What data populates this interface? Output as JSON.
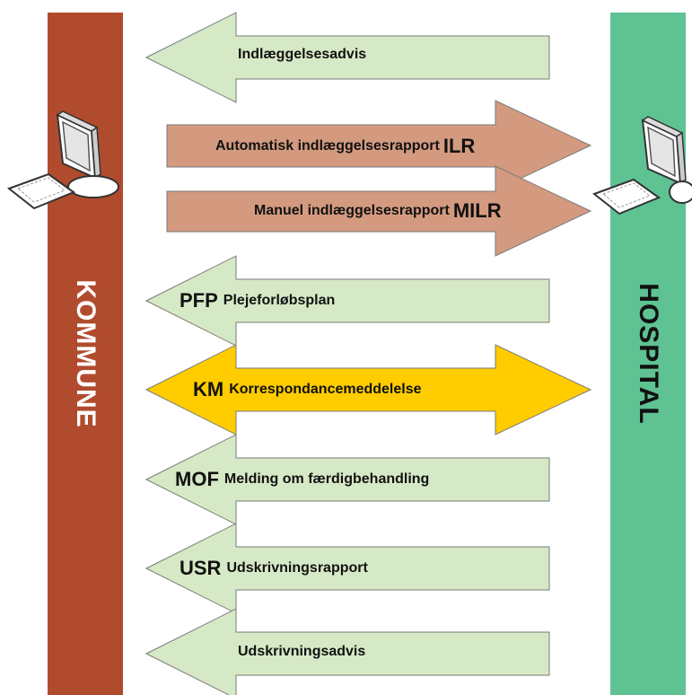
{
  "lanes": {
    "left": {
      "label": "KOMMUNE",
      "color": "#b14b2e"
    },
    "right": {
      "label": "HOSPITAL",
      "color": "#5fc293"
    }
  },
  "colors": {
    "to_kommune": "#d6e9c6",
    "to_hospital": "#d39a80",
    "bidirectional": "#ffcc00",
    "outline": "#7a7a7a"
  },
  "messages": [
    {
      "name": "indlaeggelsesadvis",
      "abbr": "",
      "label": "Indlæggelsesadvis",
      "direction": "to_kommune"
    },
    {
      "name": "ilr",
      "abbr": "ILR",
      "label": "Automatisk indlæggelsesrapport",
      "direction": "to_hospital"
    },
    {
      "name": "milr",
      "abbr": "MILR",
      "label": "Manuel indlæggelsesrapport",
      "direction": "to_hospital"
    },
    {
      "name": "pfp",
      "abbr": "PFP",
      "label": "Plejeforløbsplan",
      "direction": "to_kommune"
    },
    {
      "name": "km",
      "abbr": "KM",
      "label": "Korrespondancemeddelelse",
      "direction": "bidirectional"
    },
    {
      "name": "mof",
      "abbr": "MOF",
      "label": "Melding om færdigbehandling",
      "direction": "to_kommune"
    },
    {
      "name": "usr",
      "abbr": "USR",
      "label": "Udskrivningsrapport",
      "direction": "to_kommune"
    },
    {
      "name": "udskrivningsadvis",
      "abbr": "",
      "label": "Udskrivningsadvis",
      "direction": "to_kommune"
    }
  ],
  "icons": {
    "left_computer": "computer-icon",
    "right_computer": "computer-icon"
  }
}
